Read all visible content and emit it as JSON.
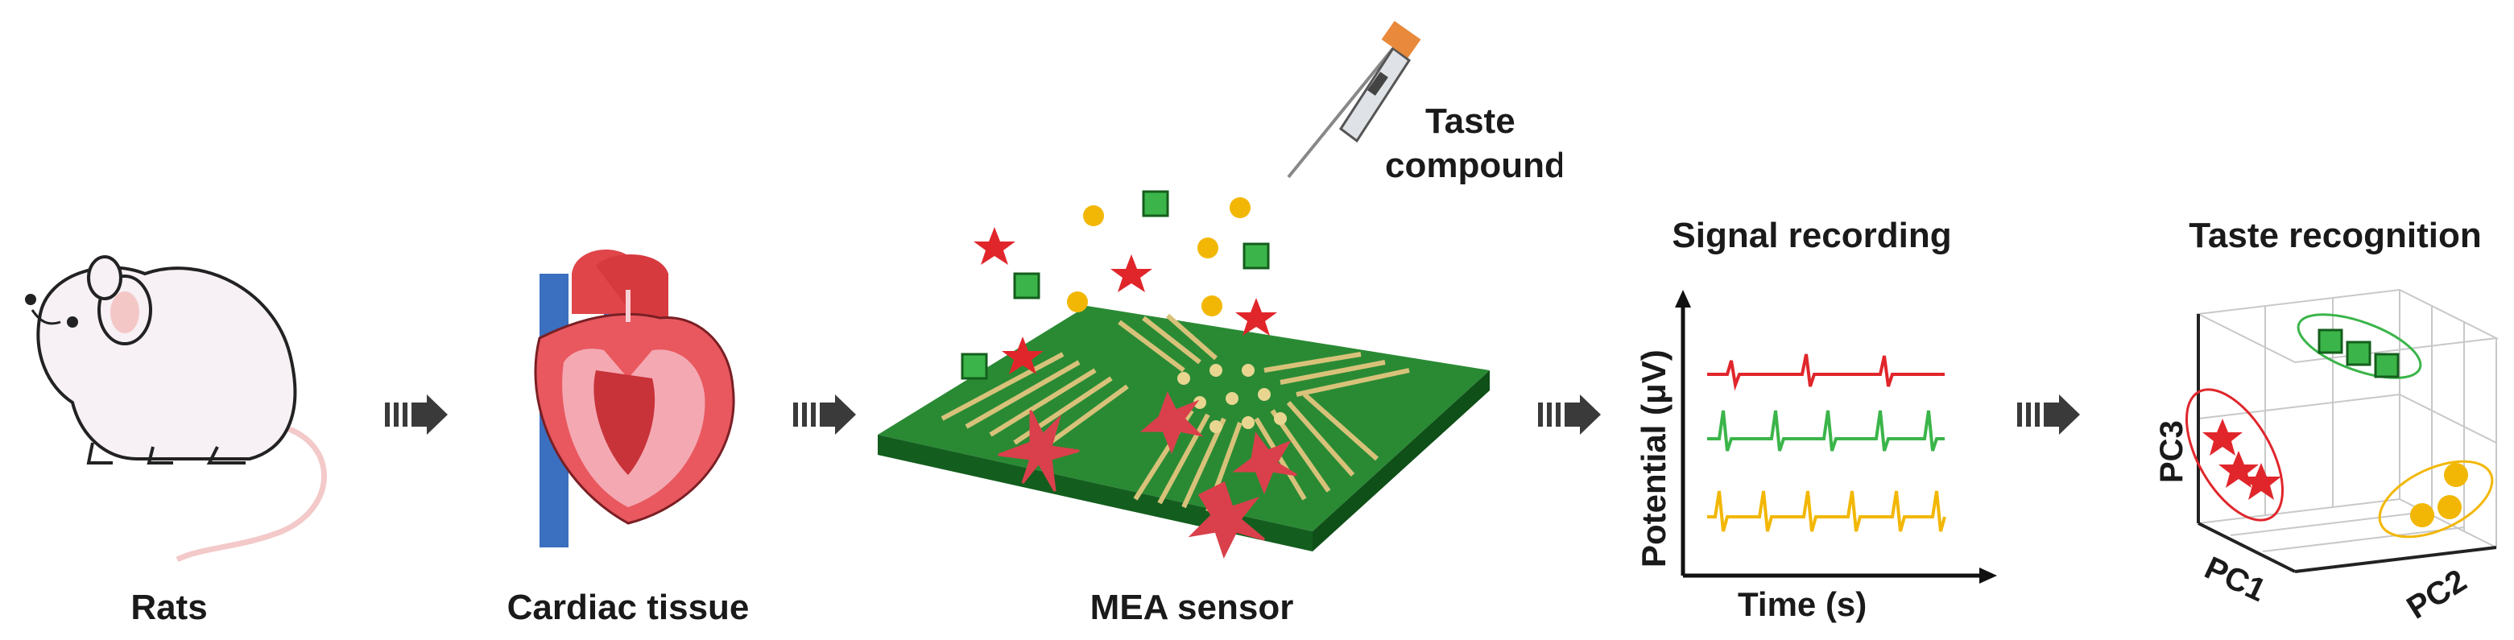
{
  "stages": {
    "rats": {
      "label": "Rats"
    },
    "cardiac": {
      "label": "Cardiac tissue"
    },
    "mea": {
      "label": "MEA sensor"
    },
    "signal": {
      "label": "Signal recording",
      "xlabel": "Time (s)",
      "ylabel": "Potential (μV)"
    },
    "taste": {
      "label": "Taste recognition",
      "axis1": "PC1",
      "axis2": "PC2",
      "axis3": "PC3"
    }
  },
  "compounds_label_line1": "Taste",
  "compounds_label_line2": "compounds",
  "colors": {
    "board": "#1f7a2e",
    "trace": "#d8c27a",
    "red": "#e0262b",
    "green": "#3bb54a",
    "yellow": "#f2b705",
    "arrow": "#3a3a3a"
  },
  "icons": [
    "rat-icon",
    "heart-icon",
    "pipette-icon",
    "star-icon",
    "cube-icon",
    "sphere-icon",
    "arrow-icon"
  ]
}
